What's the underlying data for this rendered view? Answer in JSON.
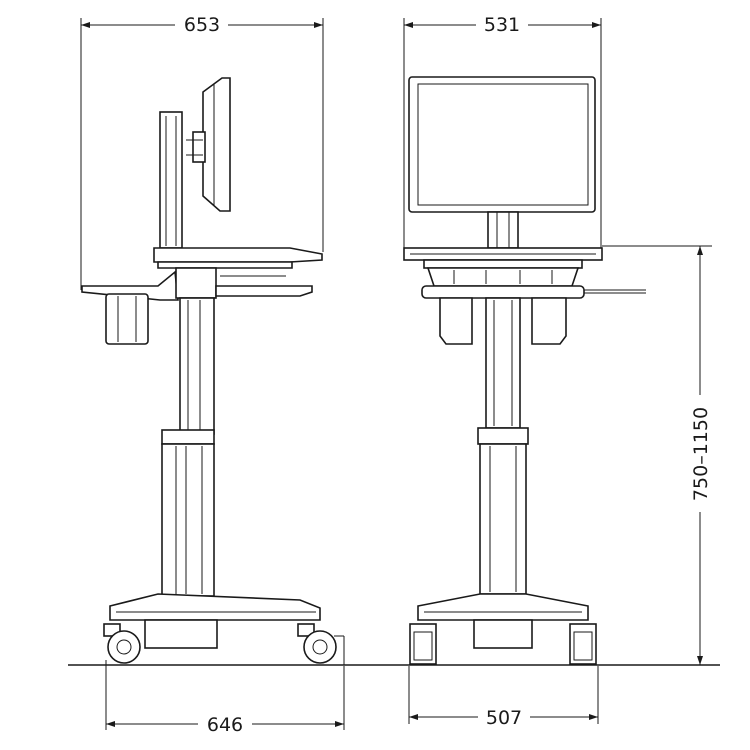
{
  "dimensions": {
    "side_top_width": "653",
    "front_top_width": "531",
    "side_base_width": "646",
    "front_base_width": "507",
    "height_range": "750–1150"
  },
  "colors": {
    "line": "#1a1a1a",
    "background": "#ffffff"
  }
}
